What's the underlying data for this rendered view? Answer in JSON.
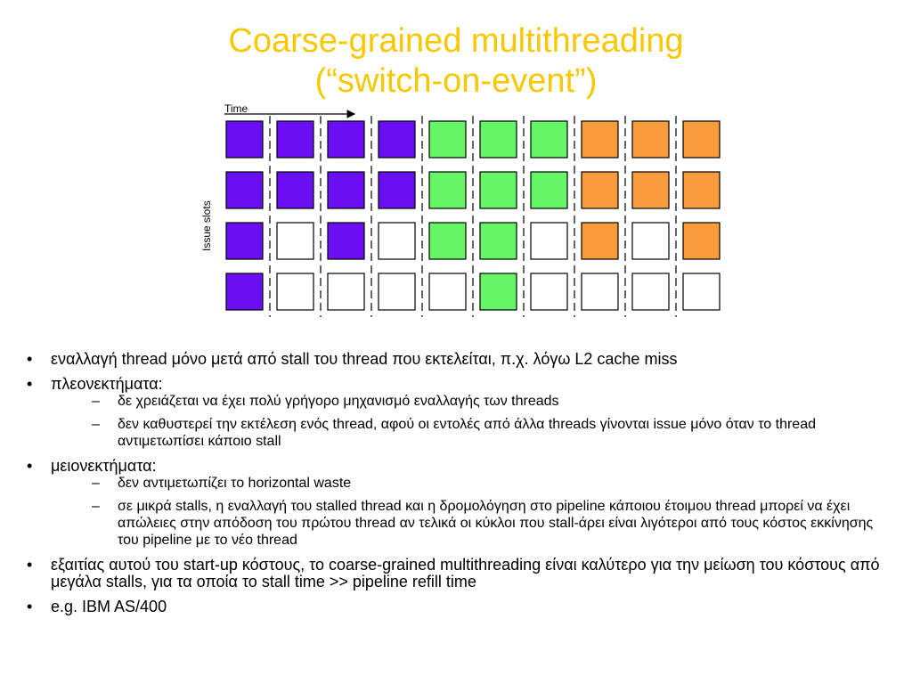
{
  "title": {
    "line1": "Coarse-grained multithreading",
    "line2": "(“switch-on-event”)"
  },
  "diagram": {
    "time_label": "Time",
    "issue_label": "Issue slots",
    "colors": {
      "purple": "#6a0ff2",
      "green": "#66f566",
      "orange": "#fa9b3c",
      "empty": "#ffffff"
    },
    "grid": [
      [
        "purple",
        "purple",
        "purple",
        "purple",
        "green",
        "green",
        "green",
        "orange",
        "orange",
        "orange"
      ],
      [
        "purple",
        "purple",
        "purple",
        "purple",
        "green",
        "green",
        "green",
        "orange",
        "orange",
        "orange"
      ],
      [
        "purple",
        "empty",
        "purple",
        "empty",
        "green",
        "green",
        "empty",
        "orange",
        "empty",
        "orange"
      ],
      [
        "purple",
        "empty",
        "empty",
        "empty",
        "empty",
        "green",
        "empty",
        "empty",
        "empty",
        "empty"
      ]
    ]
  },
  "bullets": [
    {
      "text": "εναλλαγή thread μόνο μετά από stall του thread που εκτελείται, π.χ. λόγω L2 cache miss",
      "sub": []
    },
    {
      "text": "πλεονεκτήματα:",
      "sub": [
        "δε χρειάζεται να έχει πολύ γρήγορο μηχανισμό εναλλαγής των threads",
        "δεν καθυστερεί την εκτέλεση ενός thread, αφού οι εντολές από άλλα threads γίνονται issue μόνο όταν το thread αντιμετωπίσει κάποιο stall"
      ]
    },
    {
      "text": "μειονεκτήματα:",
      "sub": [
        "δεν αντιμετωπίζει το horizontal waste",
        "σε μικρά stalls, η εναλλαγή του stalled thread και η δρομολόγηση στο pipeline κάποιου έτοιμου thread μπορεί να έχει απώλειες στην απόδοση του πρώτου thread αν τελικά οι κύκλοι που stall-άρει είναι λιγότεροι από τους κόστος εκκίνησης του pipeline με το νέο thread"
      ]
    },
    {
      "text": "εξαιτίας αυτού του start-up κόστους, το coarse-grained multithreading είναι καλύτερο για την μείωση του κόστους από μεγάλα stalls, για τα οποία το stall time >> pipeline refill time",
      "sub": []
    },
    {
      "text": "e.g. IBM AS/400",
      "sub": []
    }
  ]
}
